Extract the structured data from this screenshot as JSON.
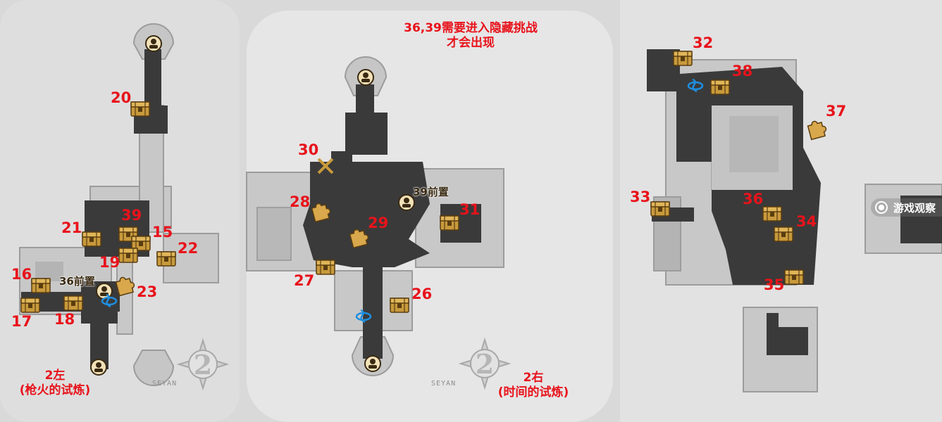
{
  "header_note": {
    "line1": "36,39需要进入隐藏挑战",
    "line2": "才会出现"
  },
  "map_left": {
    "title": "2左",
    "subtitle": "(枪火的试炼)"
  },
  "map_right": {
    "title": "2右",
    "subtitle": "(时间的试炼)"
  },
  "brand_text": "SEYAN",
  "floor_number": "2",
  "prereq_labels": {
    "p36": "36前置",
    "p39": "39前置"
  },
  "watermark": {
    "text": "游戏观察",
    "icon": "eye-logo-icon"
  },
  "markers": {
    "m15": "15",
    "m16": "16",
    "m17": "17",
    "m18": "18",
    "m19": "19",
    "m20": "20",
    "m21": "21",
    "m22": "22",
    "m23": "23",
    "m26": "26",
    "m27": "27",
    "m28": "28",
    "m29": "29",
    "m30": "30",
    "m31": "31",
    "m32": "32",
    "m33": "33",
    "m34": "34",
    "m35": "35",
    "m36": "36",
    "m37": "37",
    "m38": "38",
    "m39": "39"
  },
  "colors": {
    "label_red": "#e8131b",
    "floor_dark": "#3a3a3a",
    "room_light": "#c8c8c8",
    "chest_gold": "#c89a3c",
    "teleport_blue": "#1e8fe0"
  },
  "icons": [
    "treasure-chest-icon",
    "puzzle-piece-icon",
    "teleport-anchor-icon",
    "statue-icon",
    "crossed-swords-icon",
    "compass-rose-icon"
  ]
}
